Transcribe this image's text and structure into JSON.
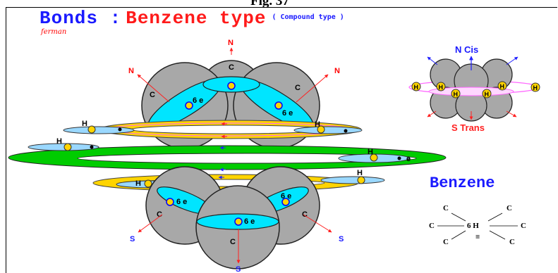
{
  "caption": "Fig. 37",
  "title": {
    "bonds": "Bonds :",
    "type": "Benzene type",
    "subtitle": "( Compound type )"
  },
  "author": "ferman",
  "benzene_label": "Benzene",
  "labels": {
    "carbon": "C",
    "hydrogen": "H",
    "north": "N",
    "south": "S",
    "six_electrons": "6 e",
    "electron": "e",
    "n_cis": "N Cis",
    "s_trans": "S Trans"
  },
  "formula": {
    "carbon": "C",
    "center": "6 H",
    "triple": "≡"
  },
  "colors": {
    "title_blue": "#1a1aff",
    "title_red": "#ff1a1a",
    "sphere_gray": "#a8a8a8",
    "cyan_orbit": "#00e5ff",
    "yellow_ring": "#ffd400",
    "green_ring": "#00cc00",
    "pink_ring": "#ff66ff"
  }
}
